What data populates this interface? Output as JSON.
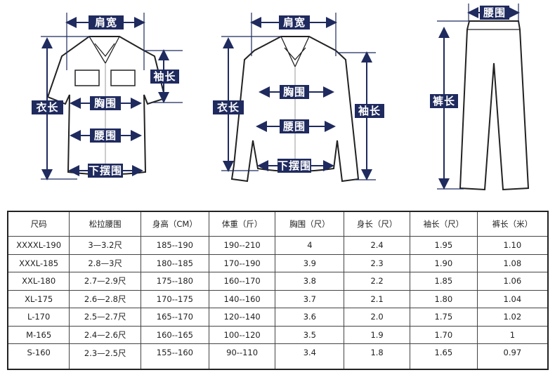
{
  "diagrams": {
    "shirt_short": {
      "shoulder": "肩宽",
      "length": "衣长",
      "sleeve": "袖长",
      "chest": "胸围",
      "waist": "腰围",
      "hem": "下摆围"
    },
    "shirt_long": {
      "shoulder": "肩宽",
      "length": "衣长",
      "sleeve": "袖长",
      "chest": "胸围",
      "waist": "腰围",
      "hem": "下摆围"
    },
    "pants": {
      "waist": "腰围",
      "length": "裤长"
    }
  },
  "colors": {
    "label_bg": "#1f2a5e",
    "line": "#1f2a5e"
  },
  "table": {
    "headers": [
      "尺码",
      "松拉腰围",
      "身高（CM）",
      "体重（斤）",
      "胸围（尺）",
      "身长（尺）",
      "袖长（尺）",
      "裤长（米）"
    ],
    "rows": [
      [
        "XXXXL-190",
        "3—3.2尺",
        "185--190",
        "190--210",
        "4",
        "2.4",
        "1.95",
        "1.10"
      ],
      [
        "XXXL-185",
        "2.8—3尺",
        "180--185",
        "170--190",
        "3.9",
        "2.3",
        "1.90",
        "1.08"
      ],
      [
        "XXL-180",
        "2.7—2.9尺",
        "175--180",
        "160--170",
        "3.8",
        "2.2",
        "1.85",
        "1.06"
      ],
      [
        "XL-175",
        "2.6—2.8尺",
        "170--175",
        "140--160",
        "3.7",
        "2.1",
        "1.80",
        "1.04"
      ],
      [
        "L-170",
        "2.5—2.7尺",
        "165--170",
        "120--140",
        "3.6",
        "2.0",
        "1.75",
        "1.02"
      ],
      [
        "M-165",
        "2.4—2.6尺",
        "160--165",
        "100--120",
        "3.5",
        "1.9",
        "1.70",
        "1"
      ],
      [
        "S-160",
        "2.3—2.5尺",
        "155--160",
        "90--110",
        "3.4",
        "1.8",
        "1.65",
        "0.97"
      ]
    ]
  }
}
